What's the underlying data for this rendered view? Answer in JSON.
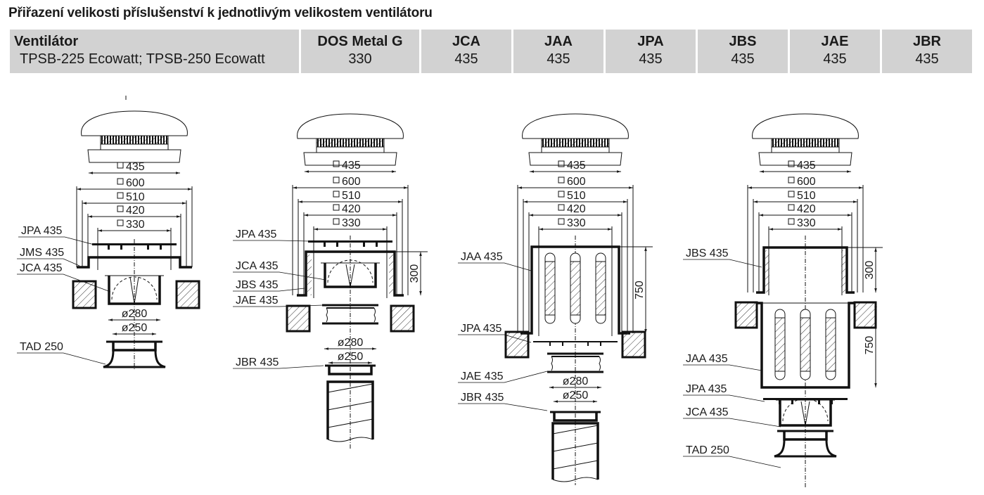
{
  "title": "Přiřazení velikosti příslušenství k jednotlivým velikostem ventilátoru",
  "table": {
    "first_header": "Ventilátor",
    "first_value": "TPSB-225 Ecowatt; TPSB-250 Ecowatt",
    "columns": [
      {
        "header": "DOS Metal G",
        "value": "330"
      },
      {
        "header": "JCA",
        "value": "435"
      },
      {
        "header": "JAA",
        "value": "435"
      },
      {
        "header": "JPA",
        "value": "435"
      },
      {
        "header": "JBS",
        "value": "435"
      },
      {
        "header": "JAE",
        "value": "435"
      },
      {
        "header": "JBR",
        "value": "435"
      }
    ]
  },
  "diagrams": [
    {
      "dims": [
        "435",
        "600",
        "510",
        "420",
        "330"
      ],
      "round_dims": [
        "ø280",
        "ø250"
      ],
      "labels": [
        "JPA 435",
        "JMS 435",
        "JCA 435",
        "TAD 250"
      ]
    },
    {
      "dims": [
        "435",
        "600",
        "510",
        "420",
        "330"
      ],
      "round_dims": [
        "ø280",
        "ø250"
      ],
      "height_dims": [
        "300"
      ],
      "labels": [
        "JPA 435",
        "JCA 435",
        "JBS 435",
        "JAE 435",
        "JBR 435"
      ]
    },
    {
      "dims": [
        "435",
        "600",
        "510",
        "420",
        "330"
      ],
      "round_dims": [
        "ø280",
        "ø250"
      ],
      "height_dims": [
        "750"
      ],
      "labels": [
        "JAA 435",
        "JPA 435",
        "JAE 435",
        "JBR 435"
      ]
    },
    {
      "dims": [
        "435",
        "600",
        "510",
        "420",
        "330"
      ],
      "height_dims": [
        "300",
        "750"
      ],
      "labels": [
        "JBS 435",
        "JAA 435",
        "JPA 435",
        "JCA 435",
        "TAD 250"
      ]
    }
  ]
}
